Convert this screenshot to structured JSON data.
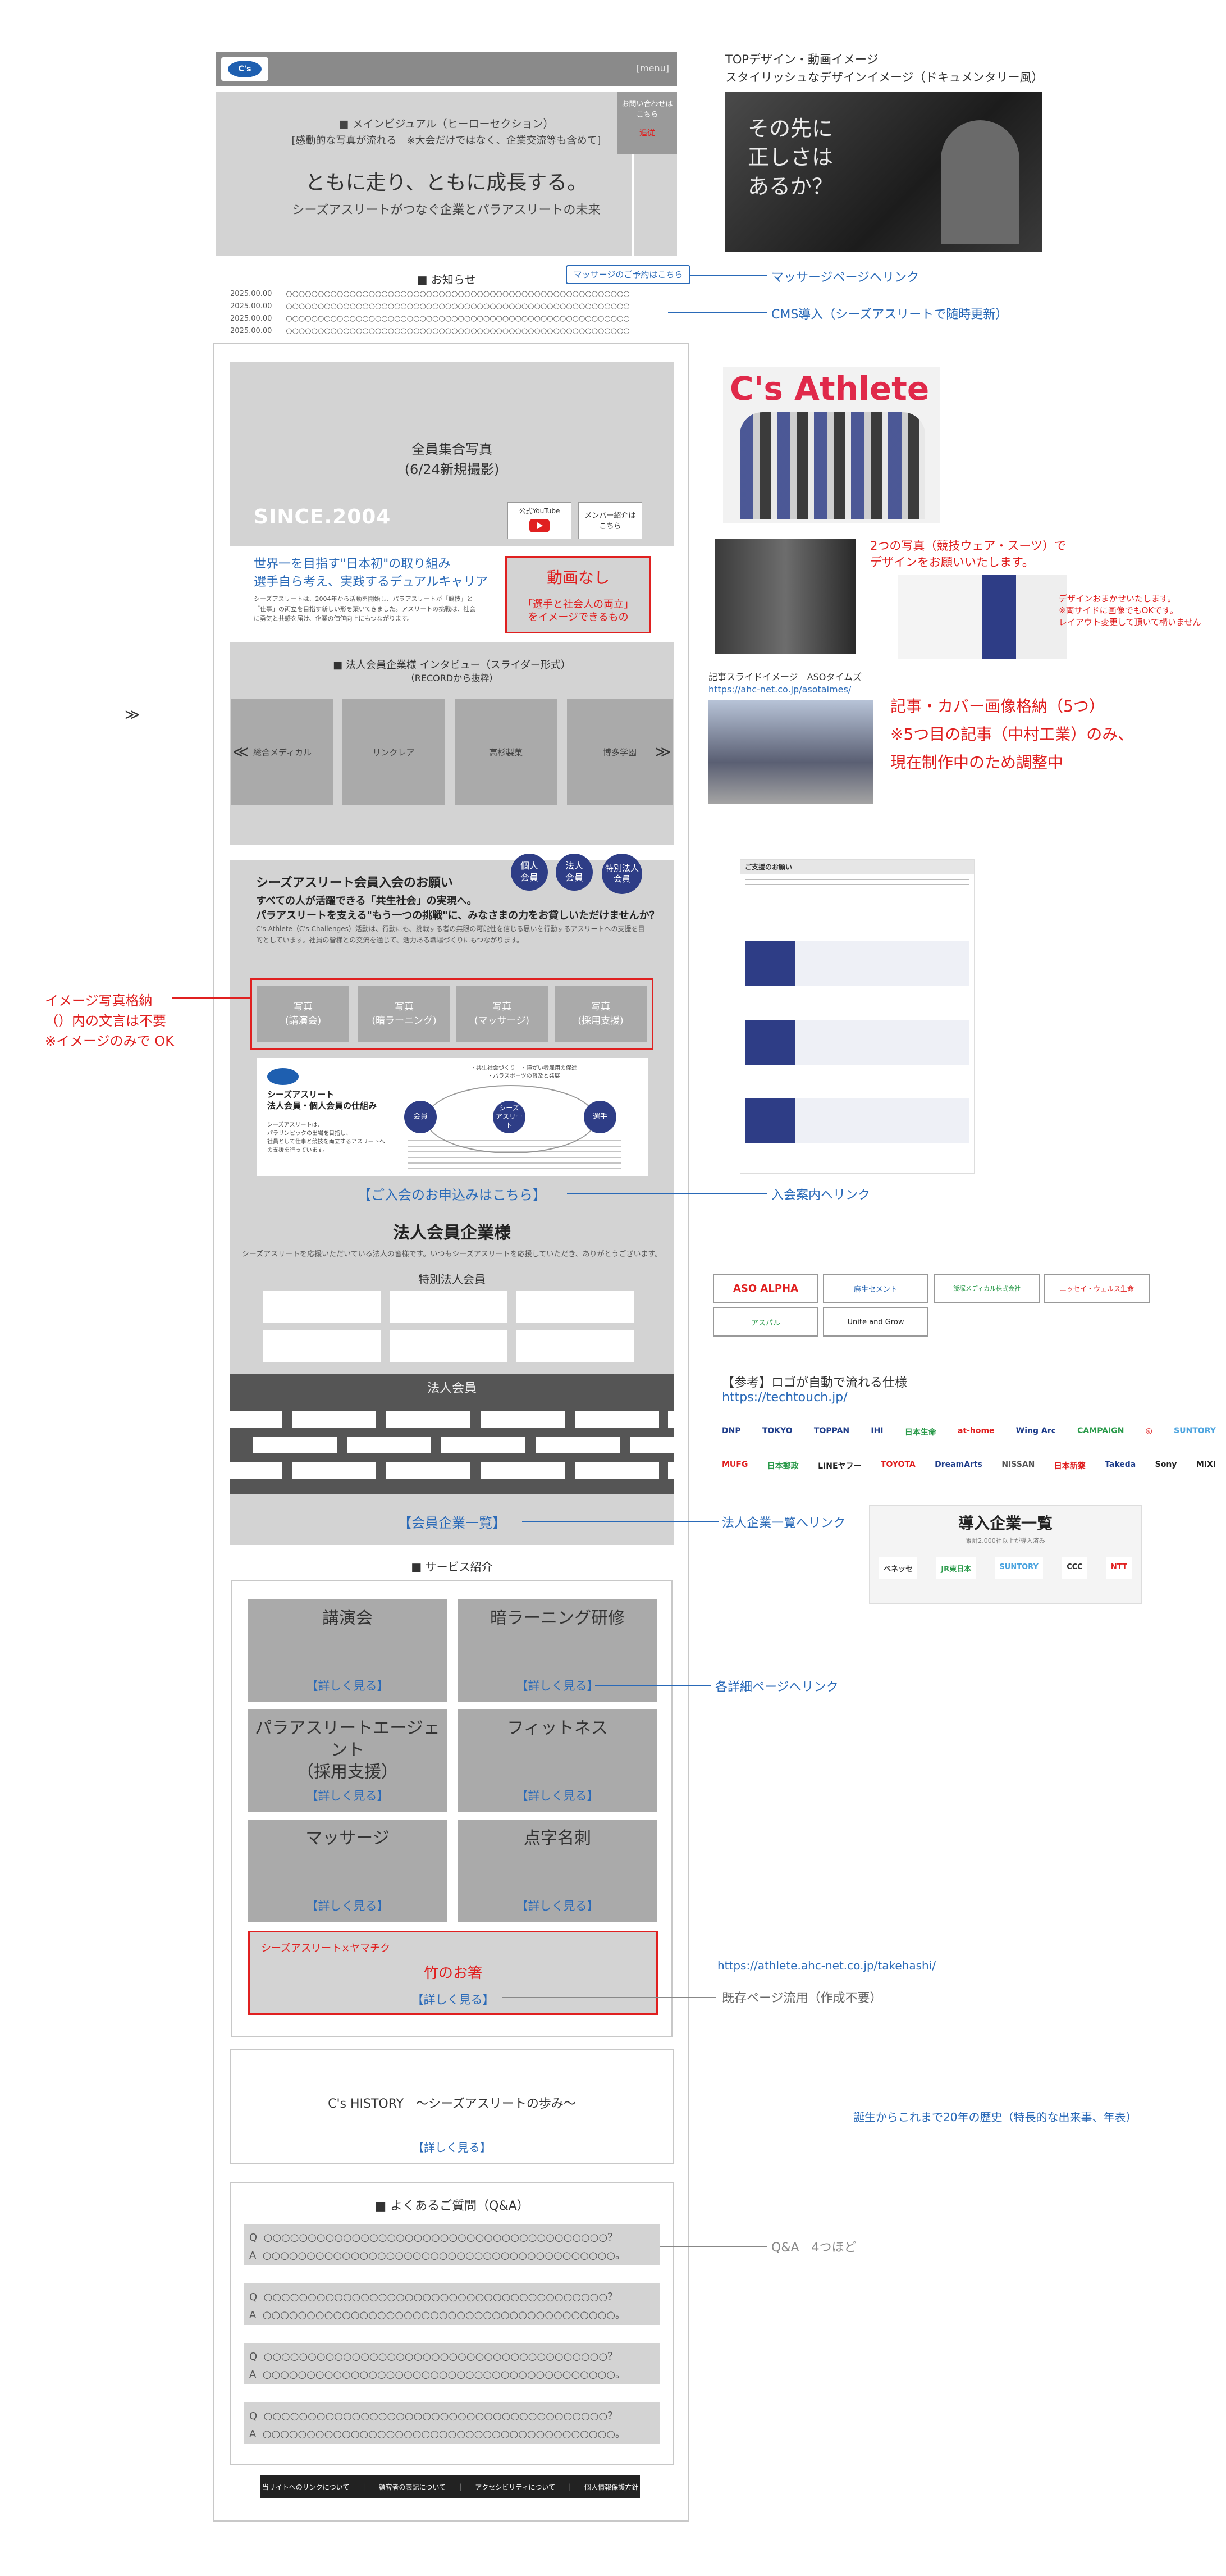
{
  "header": {
    "menu_label": "[menu]",
    "logo_text": "C's"
  },
  "hero": {
    "title": "■ メインビジュアル（ヒーローセクション）",
    "subtitle": "[感動的な写真が流れる　※大会だけではなく、企業交流等も含めて]",
    "headline": "ともに走り、ともに成長する。",
    "tagline": "シーズアスリートがつなぐ企業とパラアスリートの未来",
    "contact_label": "お問い合わせは\nこちら",
    "contact_sub": "追従"
  },
  "notes_top": {
    "design_title": "TOPデザイン・動画イメージ",
    "design_sub": "スタイリッシュなデザインイメージ（ドキュメンタリー風）",
    "photo_caption": "その先に\n正しさは\nあるか？",
    "massage_link_note": "マッサージページへリンク",
    "cms_note": "CMS導入（シーズアスリートで随時更新）"
  },
  "news": {
    "title": "■ お知らせ",
    "massage_button": "マッサージのご予約はこちら",
    "items": [
      {
        "date": "2025.00.00",
        "text": "○○○○○○○○○○○○○○○○○○○○○○○○○○○○○○○○○○○○○○○○○○○○○○○○○○○○○○"
      },
      {
        "date": "2025.00.00",
        "text": "○○○○○○○○○○○○○○○○○○○○○○○○○○○○○○○○○○○○○○○○○○○○○○○○○○○○○○"
      },
      {
        "date": "2025.00.00",
        "text": "○○○○○○○○○○○○○○○○○○○○○○○○○○○○○○○○○○○○○○○○○○○○○○○○○○○○○○"
      },
      {
        "date": "2025.00.00",
        "text": "○○○○○○○○○○○○○○○○○○○○○○○○○○○○○○○○○○○○○○○○○○○○○○○○○○○○○○"
      }
    ]
  },
  "group_photo": {
    "title": "全員集合写真",
    "subtitle": "(6/24新規撮影)",
    "since": "SINCE.2004",
    "youtube_label": "公式YouTube",
    "member_label": "メンバー紹介は\nこちら",
    "athlete_title": "C's Athlete"
  },
  "dual_career": {
    "title1": "世界一を目指す\"日本初\"の取り組み",
    "title2": "選手自ら考え、実践するデュアルキャリア",
    "body": "シーズアスリートは、2004年から活動を開始し、パラアスリートが「競技」と「仕事」の両立を目指す新しい形を築いてきました。アスリートの挑戦は、社会に勇気と共感を届け、企業の価値向上にもつながります。",
    "video_none": "動画なし",
    "video_note": "「選手と社会人の両立」\nをイメージできるもの",
    "two_photos_note": "2つの写真（競技ウェア・スーツ）で\nデザインをお願いいたします。",
    "design_note": "デザインおまかせいたします。\n※両サイドに画像でもOKです。\nレイアウト変更して頂いて構いません"
  },
  "interview": {
    "title": "■ 法人会員企業様 インタビュー（スライダー形式）",
    "subtitle": "（RECORDから抜粋）",
    "slides": [
      "総合メディカル",
      "リンクレア",
      "高杉製菓",
      "博多学園"
    ],
    "prev": "≪",
    "next": "≫",
    "outside_arrow": "≫",
    "slide_caption": "記事スライドイメージ　ASOタイムズ",
    "slide_url": "https://ahc-net.co.jp/asotaimes/",
    "note1": "記事・カバー画像格納（5つ）",
    "note2": "※5つ目の記事（中村工業）のみ、",
    "note3": "現在制作中のため調整中"
  },
  "membership": {
    "title": "シーズアスリート会員入会のお願い",
    "lead1": "すべての人が活躍できる「共生社会」の実現へ。",
    "lead2": "パラアスリートを支える\"もう一つの挑戦\"に、みなさまの力をお貸しいただけませんか？",
    "body": "C's Athlete（C's Challenges）活動は、行動にも、挑戦する者の無限の可能性を信じる思いを行動するアスリートへの支援を目的としています。社員の皆様との交流を通じて、活力ある職場づくりにもつながります。",
    "badges": [
      "個人\n会員",
      "法人\n会員",
      "特別法人\n会員"
    ],
    "photos": [
      "写真\n(講演会)",
      "写真\n(暗ラーニング)",
      "写真\n(マッサージ)",
      "写真\n(採用支援)"
    ],
    "photo_note1": "イメージ写真格納",
    "photo_note2": "（）内の文言は不要",
    "photo_note3": "※イメージのみで OK",
    "diagram_title": "シーズアスリート\n法人会員・個人会員の仕組み",
    "diagram_body": "シーズアスリートは、\nパラリンピックの出場を目指し、\n社員として仕事と競技を両立するアスリートへの支援を行っています。",
    "diagram_nodes": [
      "会員",
      "シーズ\nアスリート",
      "選手"
    ],
    "diagram_flow_top": "・共生社会づくり　・障がい者雇用の促進\n・パラスポーツの普及と発展",
    "apply_link": "【ご入会のお申込みはこちら】",
    "apply_note": "入会案内へリンク",
    "doc_title": "ご支援のお願い"
  },
  "corporate": {
    "title": "法人会員企業様",
    "lead": "シーズアスリートを応援いただいている法人の皆様です。いつもシーズアスリートを応援していただき、ありがとうございます。",
    "special_title": "特別法人会員",
    "members_bar": "法人会員",
    "list_link": "【会員企業一覧】",
    "list_note": "法人企業一覧へリンク",
    "ref_note": "【参考】ロゴが自動で流れる仕様",
    "ref_url": "https://techtouch.jp/",
    "logos_top": [
      "ASO ALPHA",
      "麻生セメント",
      "飯塚メディカル株式会社",
      "ニッセイ・ウェルス生命"
    ],
    "logos_bottom": [
      "アスパル",
      "Unite and Grow"
    ],
    "logo_strip1": [
      "DNP",
      "TOKYO",
      "TOPPAN",
      "IHI",
      "日本生命",
      "at-home",
      "Wing Arc",
      "CAMPAIGN",
      "◎",
      "SUNTORY"
    ],
    "logo_strip2": [
      "MUFG",
      "日本郵政",
      "LINEヤフー",
      "TOYOTA",
      "DreamArts",
      "NISSAN",
      "日本新薬",
      "Takeda",
      "Sony",
      "MIXI"
    ],
    "intro_title": "導入企業一覧",
    "intro_sub": "累計2,000社以上が導入済み",
    "intro_logos": [
      "ベネッセ",
      "JR東日本",
      "SUNTORY",
      "CCC",
      "NTT"
    ]
  },
  "services": {
    "title": "■ サービス紹介",
    "detail_link": "【詳しく見る】",
    "items": [
      {
        "title": "講演会"
      },
      {
        "title": "暗ラーニング研修"
      },
      {
        "title": "パラアスリートエージェント\n（採用支援）"
      },
      {
        "title": "フィットネス"
      },
      {
        "title": "マッサージ"
      },
      {
        "title": "点字名刺"
      }
    ],
    "detail_note": "各詳細ページへリンク",
    "special_label": "シーズアスリート×ヤマチク",
    "special_title": "竹のお箸",
    "special_url": "https://athlete.ahc-net.co.jp/takehashi/",
    "special_note": "既存ページ流用（作成不要）"
  },
  "history": {
    "title": "C's HISTORY　～シーズアスリートの歩み～",
    "link": "【詳しく見る】",
    "note": "誕生からこれまで20年の歴史（特長的な出来事、年表）"
  },
  "faq": {
    "title": "■ よくあるご質問（Q&A）",
    "q_label": "Q",
    "a_label": "A",
    "q_text": "○○○○○○○○○○○○○○○○○○○○○○○○○○○○○○○○○○○○○○○？",
    "a_text": "○○○○○○○○○○○○○○○○○○○○○○○○○○○○○○○○○○○○○○○○。",
    "count": 4,
    "note": "Q&A　4つほど"
  },
  "footer": {
    "links": [
      "当サイトへのリンクについて",
      "顧客者の表記について",
      "アクセシビリティについて",
      "個人情報保護方針"
    ]
  },
  "colors": {
    "accent_blue": "#2a6ab8",
    "alert_red": "#e02020",
    "navy": "#2e3d86",
    "gray": "#d3d3d3",
    "dark_gray": "#555555"
  }
}
